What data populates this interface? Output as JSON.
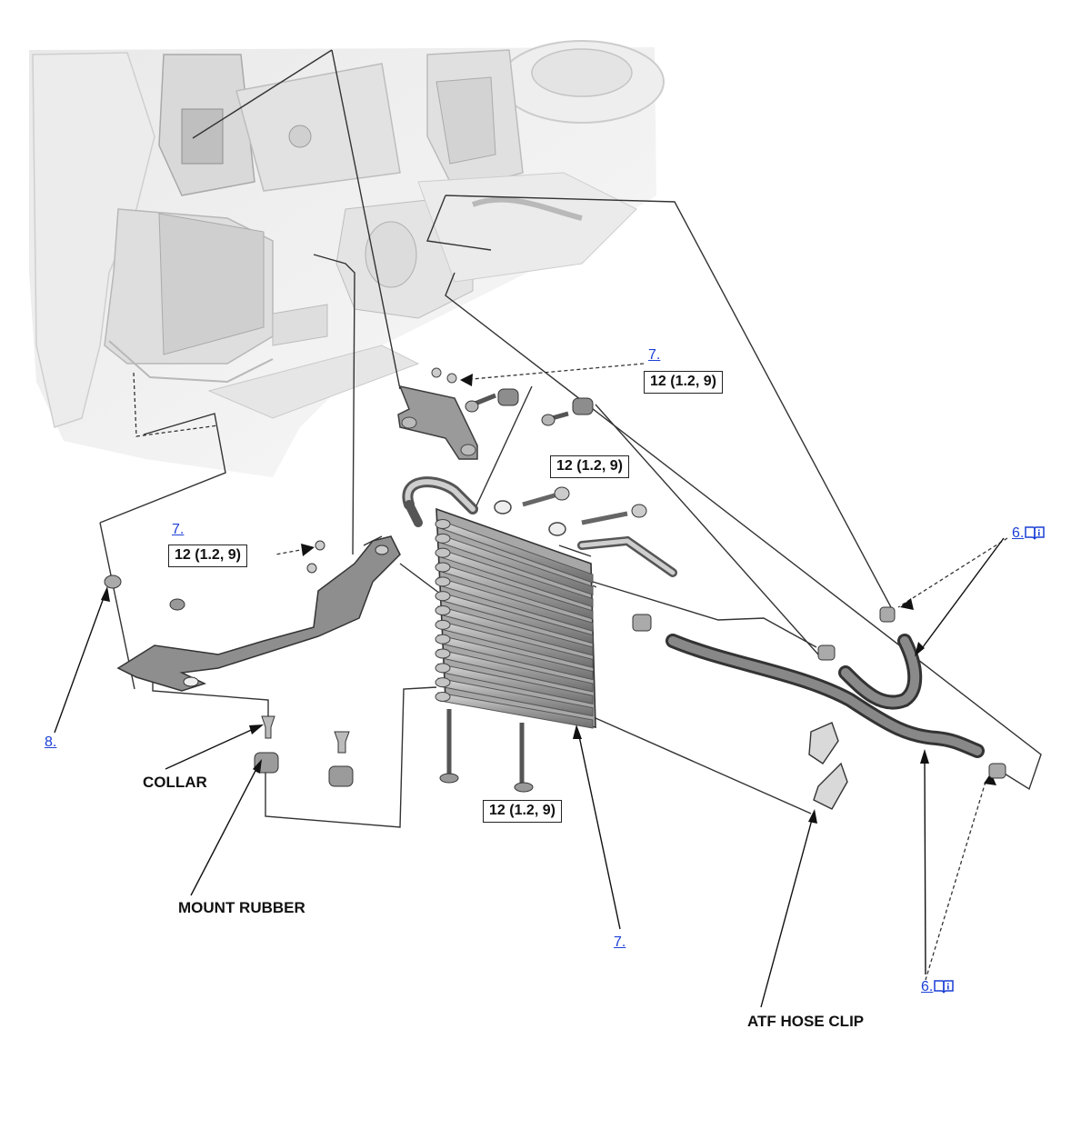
{
  "labels": {
    "collar": "COLLAR",
    "mount_rubber": "MOUNT RUBBER",
    "atf_hose_clip": "ATF HOSE CLIP"
  },
  "torque": {
    "top_right": "12 (1.2, 9)",
    "center": "12 (1.2, 9)",
    "left": "12 (1.2, 9)",
    "bottom": "12 (1.2, 9)"
  },
  "refs": {
    "ref_7_top": "7.",
    "ref_7_left": "7.",
    "ref_7_bottom": "7.",
    "ref_8": "8.",
    "ref_6_top": "6.",
    "ref_6_bottom": "6."
  },
  "icons": {
    "service_info": "book-info-icon"
  },
  "colors": {
    "link": "#1a3fd6",
    "line": "#333333",
    "part_fill": "#b9b9b9",
    "background_art": "#e6e6e6"
  }
}
